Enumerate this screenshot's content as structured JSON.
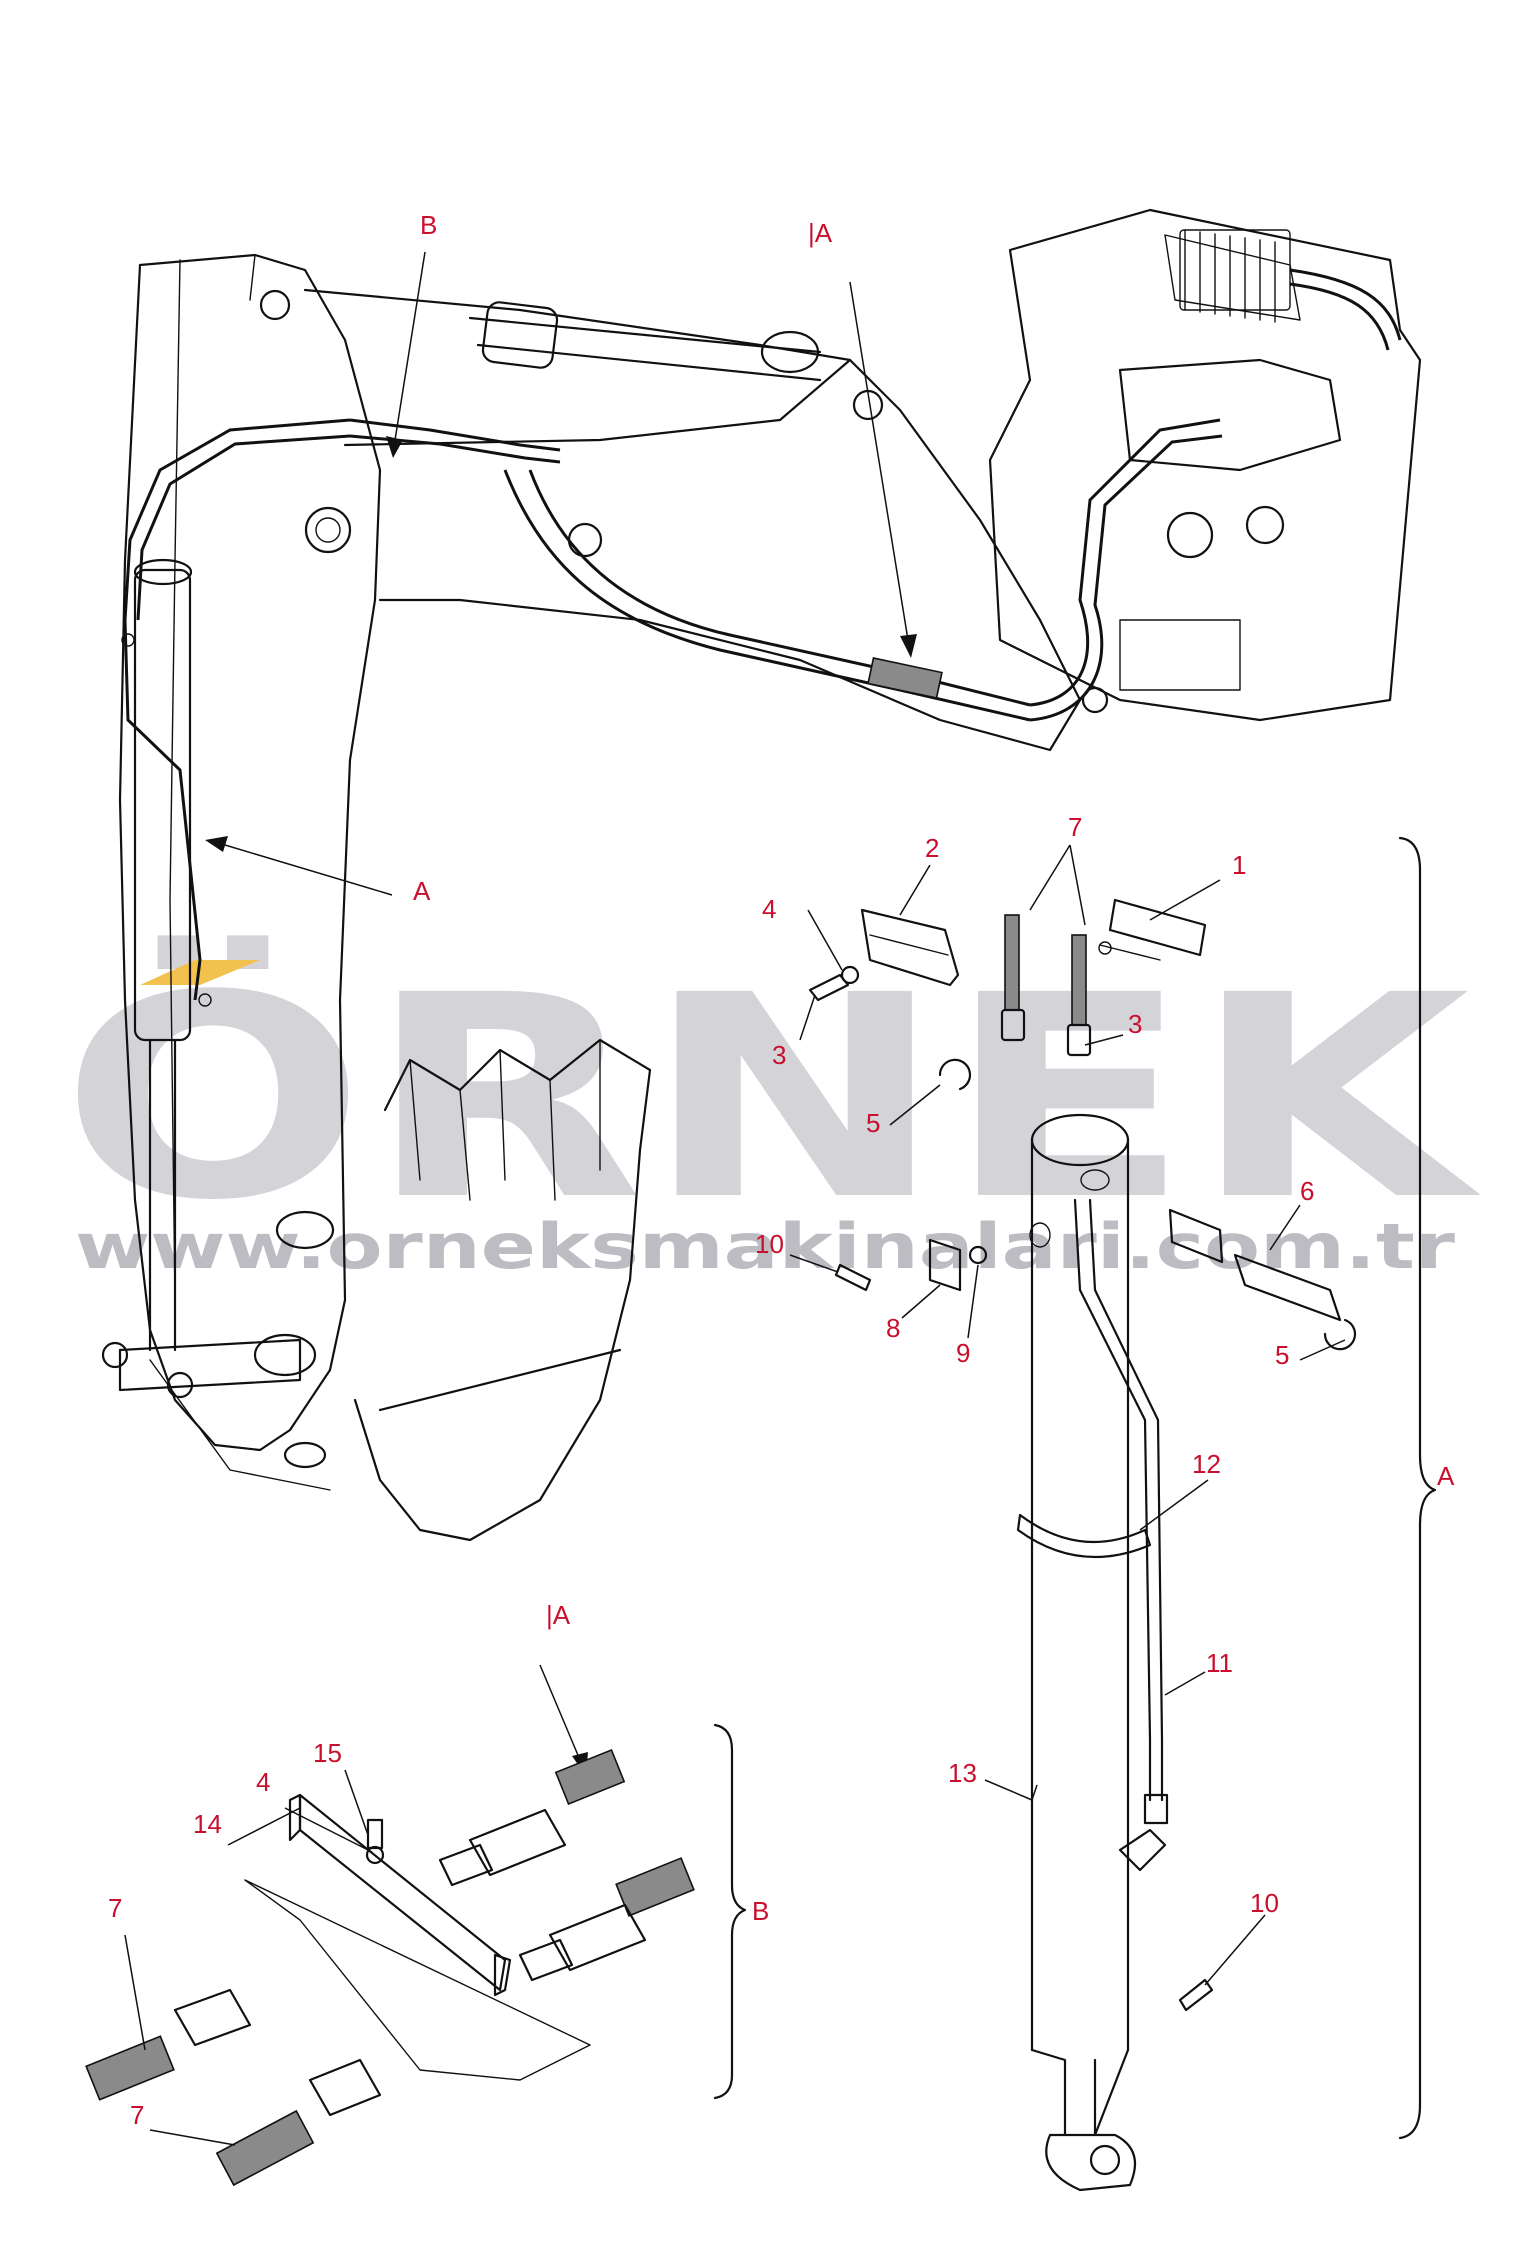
{
  "labels": {
    "B_top": "B",
    "A_detail_top": "|A",
    "A_arrow": "A",
    "p1": "1",
    "p2": "2",
    "p3a": "3",
    "p3b": "3",
    "p4a": "4",
    "p4b": "4",
    "p5a": "5",
    "p5b": "5",
    "p6": "6",
    "p7a": "7",
    "p7b": "7",
    "p7c": "7",
    "p8": "8",
    "p9": "9",
    "p10a": "10",
    "p10b": "10",
    "p11": "11",
    "p12": "12",
    "p13": "13",
    "p14": "14",
    "p15": "15",
    "A_detail_bottom": "|A",
    "group_A": "A",
    "group_B": "B"
  },
  "watermark": {
    "logo": "ÖRNEK",
    "url": "www.orneksmakinalari.com.tr"
  },
  "colors": {
    "label": "#c8102e",
    "line": "#111111",
    "watermark": "#d4d4d8",
    "watermark_accent": "#f2c14e"
  }
}
